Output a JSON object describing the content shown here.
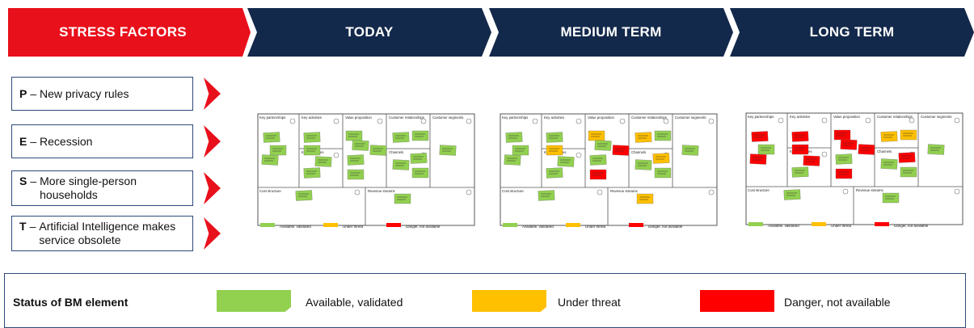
{
  "header": {
    "stress_label": "STRESS FACTORS",
    "periods": [
      "TODAY",
      "MEDIUM TERM",
      "LONG TERM"
    ]
  },
  "factors": [
    {
      "letter": "P",
      "text": "New privacy rules"
    },
    {
      "letter": "E",
      "text": "Recession"
    },
    {
      "letter": "S",
      "text": "More single-person households"
    },
    {
      "letter": "T",
      "text": "Artificial Intelligence makes service obsolete"
    }
  ],
  "factor_dash": "–",
  "canvas_labels": {
    "key_partnerships": "Key partnerships",
    "key_activities": "Key activities",
    "value_proposition": "Value proposition",
    "customer_relationships": "Customer relationships",
    "customer_segments": "Customer segments",
    "key_resources": "Key resources",
    "channels": "Channels",
    "cost_structure": "Cost structure",
    "revenue_streams": "Revenue streams"
  },
  "mini_legend": [
    "Available, validated",
    "Under threat",
    "Danger, not available"
  ],
  "legend": {
    "title": "Status of BM element",
    "items": [
      {
        "label": "Available, validated",
        "color": "#92d050"
      },
      {
        "label": "Under threat",
        "color": "#ffc000"
      },
      {
        "label": "Danger, not available",
        "color": "#ff0000"
      }
    ]
  },
  "colors": {
    "stress_red": "#e8101b",
    "navy": "#13294b",
    "green": "#92d050",
    "amber": "#ffc000",
    "red": "#ff0000",
    "border_blue": "#2e4a7a"
  },
  "canvases": [
    {
      "name": "canvas-today",
      "status": [
        "g",
        "g",
        "g",
        "g",
        "g",
        "g",
        "g",
        "g",
        "g",
        "g",
        "g",
        "g",
        "g",
        "g",
        "g",
        "g",
        "g",
        "g",
        "g",
        "g"
      ]
    },
    {
      "name": "canvas-medium-term",
      "status": [
        "g",
        "g",
        "g",
        "g",
        "a",
        "g",
        "g",
        "a",
        "g",
        "g",
        "r",
        "r",
        "a",
        "g",
        "g",
        "a",
        "g",
        "g",
        "g",
        "a"
      ]
    },
    {
      "name": "canvas-long-term",
      "status": [
        "r",
        "g",
        "r",
        "r",
        "r",
        "r",
        "g",
        "r",
        "r",
        "g",
        "r",
        "r",
        "a",
        "a",
        "g",
        "r",
        "g",
        "g",
        "g",
        "g"
      ]
    }
  ]
}
